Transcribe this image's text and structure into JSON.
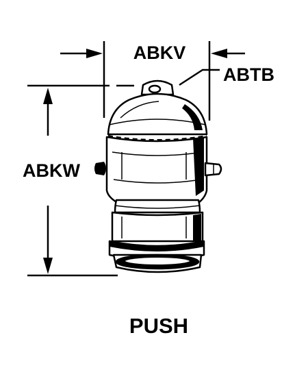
{
  "labels": {
    "width_dim": "ABKV",
    "top_callout": "ABTB",
    "height_dim": "ABKW",
    "caption": "PUSH"
  },
  "colors": {
    "ink": "#000000",
    "paper": "#ffffff"
  }
}
